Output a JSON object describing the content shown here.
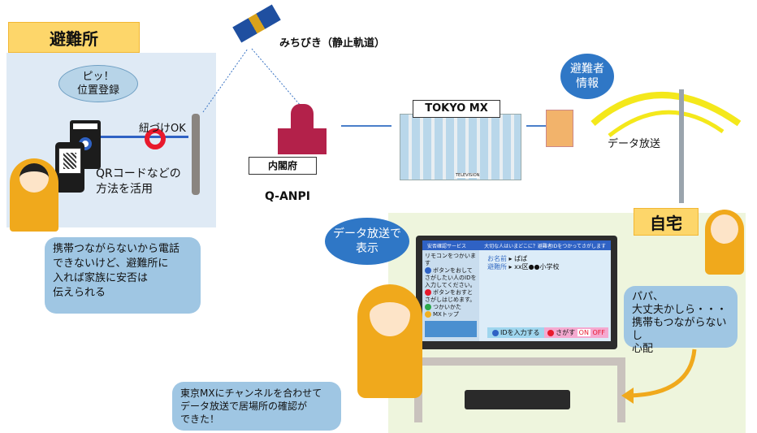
{
  "shelter": {
    "title": "避難所",
    "bubble": [
      "ピッ！",
      "位置登録"
    ],
    "link_ok": "紐づけOK",
    "method": [
      "QRコードなどの",
      "方法を活用"
    ],
    "note": [
      "携帯つながらないから電話",
      "できないけど、避難所に",
      "入れば家族に安否は",
      "伝えられる"
    ]
  },
  "satellite": {
    "label": "みちびき（静止軌道）"
  },
  "cabinet": {
    "label": "内閣府",
    "system": "Q-ANPI"
  },
  "station": {
    "label": "TOKYO MX",
    "building_sign": "TELEVISION",
    "info_bubble": [
      "避難者",
      "情報"
    ],
    "broadcast": "データ放送"
  },
  "home": {
    "title": "自宅",
    "display_bubble": [
      "データ放送で",
      "表示"
    ],
    "worry": [
      "パパ、",
      "大丈夫かしら・・・",
      "携帯もつながらないし",
      "心配"
    ],
    "confirm": [
      "東京MXにチャンネルを合わせて",
      "データ放送で居場所の確認が",
      "できた！"
    ]
  },
  "tv_screen": {
    "header_left": "安否確認サービス",
    "header_right": "大切な人はいまどこに？避難者IDをつかってさがします",
    "remote": "リモコンをつかいます",
    "blue_hint": "ボタンをおしてさがしたい人のIDを入力してください。",
    "red_hint": "ボタンをおすとさがしはじめます。",
    "green": "つかいかた",
    "yellow": "MXトップ",
    "name_label": "お名前",
    "name_value": "ぱぱ",
    "shelter_label": "避難所",
    "shelter_value": "xx区●●小学校",
    "id_button": "IDを入力する",
    "search_button": "さがす",
    "on": "ON",
    "off": "OFF"
  },
  "colors": {
    "shelter_bg": "#dfeaf5",
    "title_bg": "#fdd66a",
    "home_bg": "#eef5dd",
    "bubble": "#9fc6e3",
    "accent_blue": "#2f77c6"
  }
}
